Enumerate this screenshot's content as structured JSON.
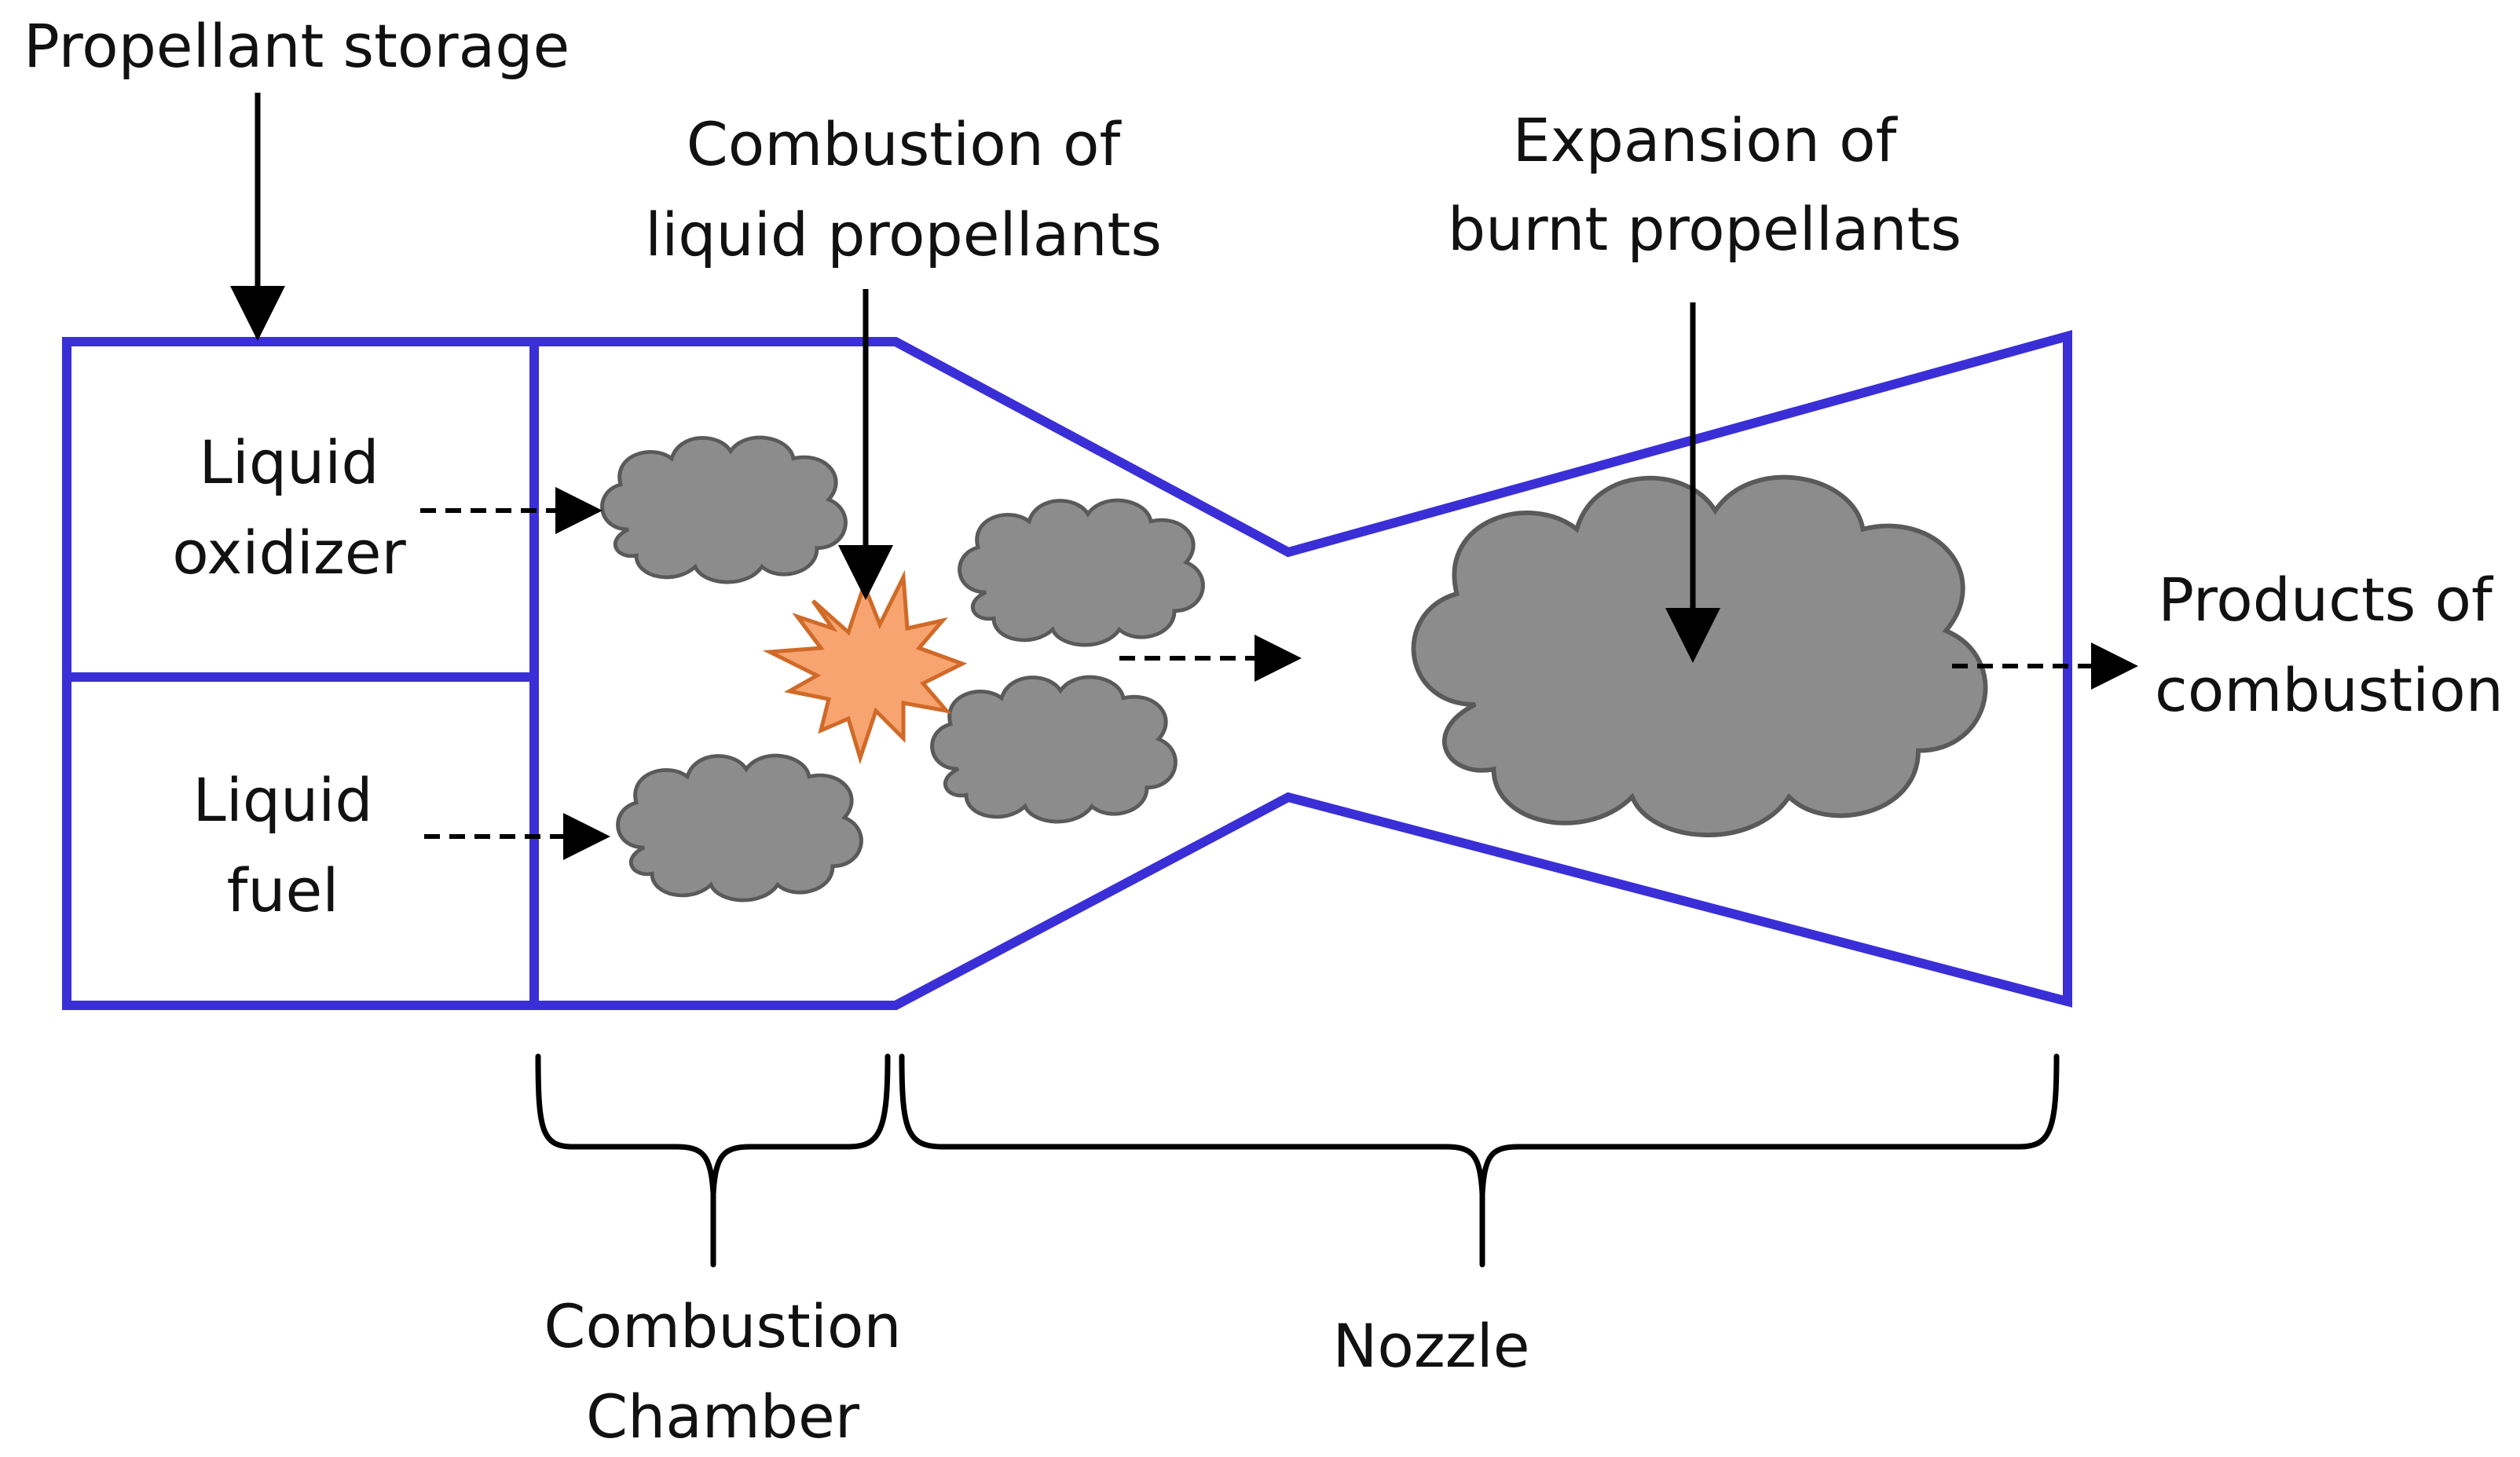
{
  "labels": {
    "propellant_storage": "Propellant storage",
    "combustion_of": "Combustion of",
    "liquid_propellants": "liquid propellants",
    "expansion_of": "Expansion of",
    "burnt_propellants": "burnt propellants",
    "liquid_oxidizer_line1": "Liquid",
    "liquid_oxidizer_line2": "oxidizer",
    "liquid_fuel_line1": "Liquid",
    "liquid_fuel_line2": "fuel",
    "products_of": "Products of",
    "combustion": "combustion",
    "combustion_chamber_line1": "Combustion",
    "combustion_chamber_line2": "Chamber",
    "nozzle": "Nozzle"
  },
  "colors": {
    "outline": "#3a2fd6",
    "cloud_fill": "#8c8c8c",
    "cloud_stroke": "#5a5a5a",
    "explosion_fill": "#f7a470",
    "explosion_stroke": "#d06a28"
  },
  "icons": [
    "cloud-icon",
    "explosion-icon"
  ]
}
